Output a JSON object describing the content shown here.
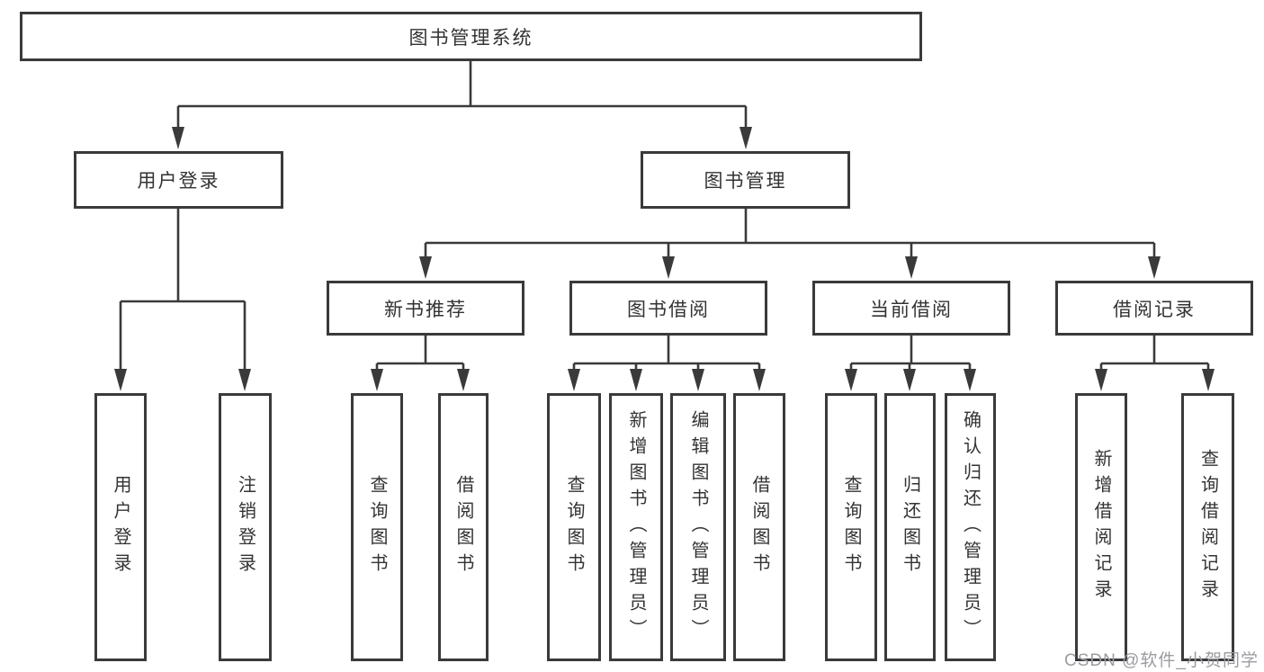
{
  "diagram": {
    "label": "图书管理系统",
    "children": [
      {
        "label": "用户登录",
        "children": [
          {
            "label": "用户登录"
          },
          {
            "label": "注销登录"
          }
        ]
      },
      {
        "label": "图书管理",
        "children": [
          {
            "label": "新书推荐",
            "children": [
              {
                "label": "查询图书"
              },
              {
                "label": "借阅图书"
              }
            ]
          },
          {
            "label": "图书借阅",
            "children": [
              {
                "label": "查询图书"
              },
              {
                "label": "新增图书（管理员）"
              },
              {
                "label": "编辑图书（管理员）"
              },
              {
                "label": "借阅图书"
              }
            ]
          },
          {
            "label": "当前借阅",
            "children": [
              {
                "label": "查询图书"
              },
              {
                "label": "归还图书"
              },
              {
                "label": "确认归还（管理员）"
              }
            ]
          },
          {
            "label": "借阅记录",
            "children": [
              {
                "label": "新增借阅记录"
              },
              {
                "label": "查询借阅记录"
              }
            ]
          }
        ]
      }
    ]
  },
  "watermark": {
    "text": "CSDN @软件_小贺同学"
  },
  "colors": {
    "line": "#3a3a3a",
    "box_border": "#3a3a3a",
    "text": "#333333",
    "watermark": "#9b9ba1",
    "background": "#ffffff"
  }
}
